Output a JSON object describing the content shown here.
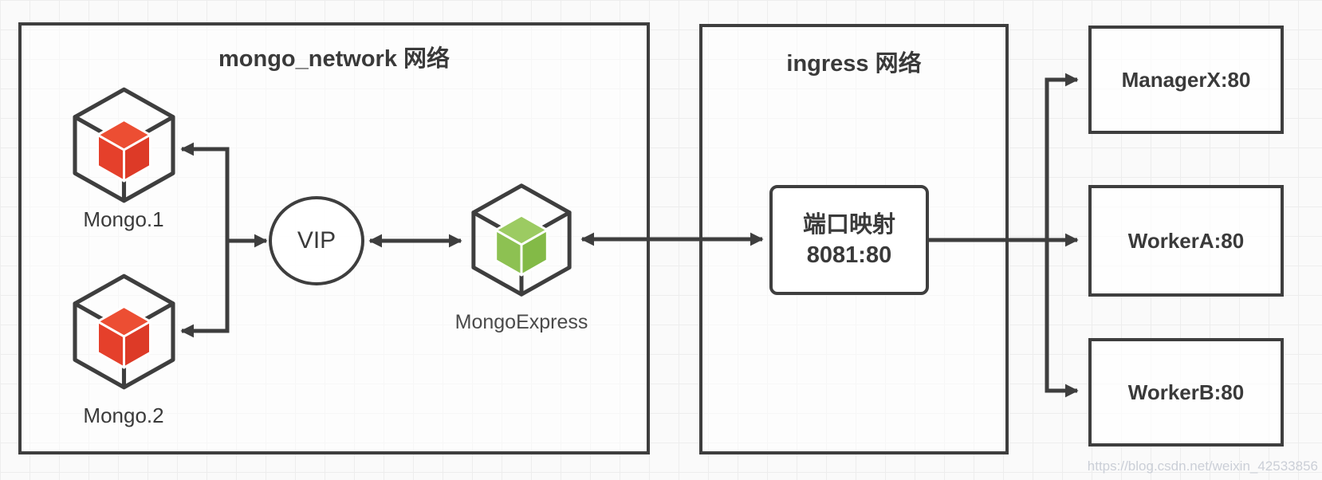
{
  "colors": {
    "line": "#3e3e3e",
    "text": "#3a3a3a",
    "red_top": "#ec4e33",
    "red_side_l": "#e5402b",
    "red_side_r": "#dd3a27",
    "green_top": "#9ccb62",
    "green_side_l": "#8dc152",
    "green_side_r": "#83ba47",
    "watermark": "#c6cbd4"
  },
  "mongo_network": {
    "title": "mongo_network 网络",
    "nodes": {
      "mongo1": {
        "label": "Mongo.1",
        "icon": "red-container-cube-icon"
      },
      "mongo2": {
        "label": "Mongo.2",
        "icon": "red-container-cube-icon"
      },
      "vip": {
        "label": "VIP"
      },
      "mongo_express": {
        "label": "MongoExpress",
        "icon": "green-container-cube-icon"
      }
    }
  },
  "ingress_network": {
    "title": "ingress 网络",
    "port_mapping": {
      "line1": "端口映射",
      "line2": "8081:80"
    }
  },
  "right_nodes": [
    {
      "label": "ManagerX:80"
    },
    {
      "label": "WorkerA:80"
    },
    {
      "label": "WorkerB:80"
    }
  ],
  "watermark": "https://blog.csdn.net/weixin_42533856"
}
